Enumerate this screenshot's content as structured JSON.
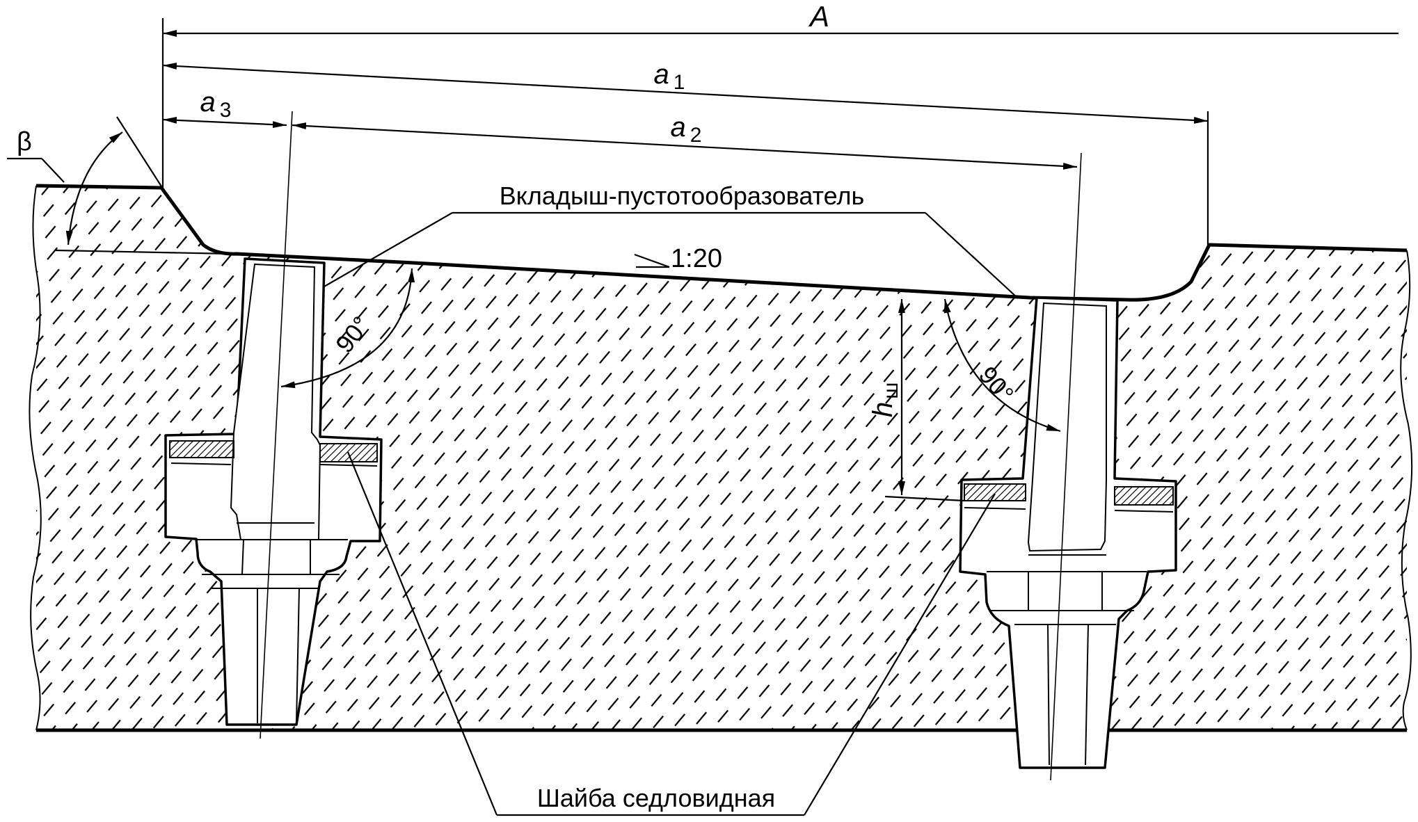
{
  "labels": {
    "A": "A",
    "a1": "a",
    "a1_sub": "1",
    "a2": "a",
    "a2_sub": "2",
    "a3": "a",
    "a3_sub": "3",
    "beta": "β",
    "insert": "Вкладыш-пустотообразователь",
    "slope": "1:20",
    "angle_left": "90°",
    "angle_right": "90°",
    "h": "h",
    "h_sub": "ш",
    "washer": "Шайба седловидная"
  }
}
